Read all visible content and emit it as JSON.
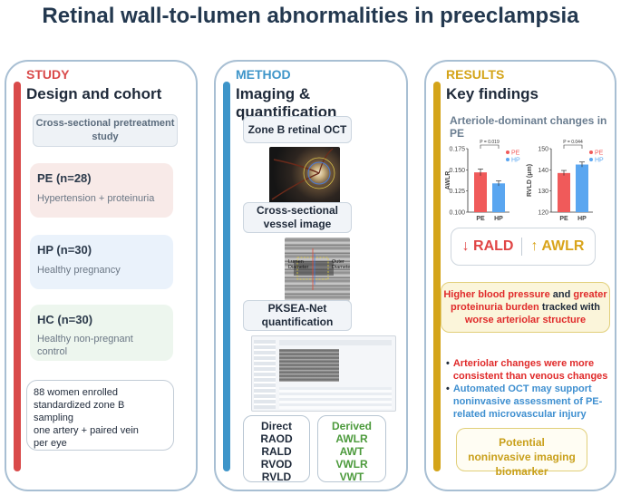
{
  "title": "Retinal wall-to-lumen abnormalities in preeclampsia",
  "colors": {
    "study": "#d94a4a",
    "method": "#3e95c9",
    "results": "#d4a419",
    "pe": "#f05a5a",
    "hp": "#5aa6f0"
  },
  "study": {
    "tag": "STUDY",
    "heading": "Design and cohort",
    "design": "Cross-sectional pretreatment study",
    "groups": [
      {
        "name": "PE (n=28)",
        "desc": "Hypertension + proteinuria"
      },
      {
        "name": "HP (n=30)",
        "desc": "Healthy pregnancy"
      },
      {
        "name": "HC (n=30)",
        "desc": "Healthy non-pregnant control"
      }
    ],
    "enrolment": [
      "88 women enrolled",
      "standardized zone B",
      "sampling",
      "one artery + paired vein",
      "per eye"
    ]
  },
  "method": {
    "tag": "METHOD",
    "heading": "Imaging & quantification",
    "step1": "Zone B retinal OCT",
    "step2": "Cross-sectional vessel image",
    "step3": "PKSEA-Net quantification",
    "oct_labels": {
      "inner": "Lumen Diameter",
      "outer": "Outer Diameter"
    },
    "direct_title": "Direct",
    "direct": [
      "RAOD",
      "RALD",
      "RVOD",
      "RVLD"
    ],
    "derived_title": "Derived",
    "derived": [
      "AWLR",
      "AWT",
      "VWLR",
      "VWT"
    ]
  },
  "results": {
    "tag": "RESULTS",
    "heading": "Key findings",
    "sub": "Arteriole-dominant changes in PE",
    "summary_left": "↓ RALD",
    "summary_right": "↑ AWLR",
    "finding_parts": [
      "Higher blood pressure",
      " and ",
      "greater proteinuria burden",
      " tracked with ",
      "worse arteriolar structure"
    ],
    "bullets": [
      "Arteriolar changes were more consistent than venous changes",
      "Automated OCT may support noninvasive assessment of PE-related microvascular injury"
    ],
    "biomarker": "Potential noninvasive imaging biomarker"
  },
  "chart_data": [
    {
      "type": "bar",
      "ylabel": "AWLR",
      "categories": [
        "PE",
        "HP"
      ],
      "values": [
        0.147,
        0.134
      ],
      "errors": [
        0.004,
        0.003
      ],
      "ylim": [
        0.1,
        0.175
      ],
      "yticks": [
        "0.175",
        "0.150",
        "0.125",
        "0.100"
      ],
      "pvalue": "P = 0.019",
      "legend": [
        "PE",
        "HP"
      ],
      "legend_position": "top-right"
    },
    {
      "type": "bar",
      "ylabel": "RVLD (μm)",
      "categories": [
        "PE",
        "HP"
      ],
      "values": [
        138.5,
        142.5
      ],
      "errors": [
        1.2,
        1.2
      ],
      "ylim": [
        120,
        150
      ],
      "yticks": [
        "150",
        "140",
        "130",
        "120"
      ],
      "pvalue": "P = 0.044",
      "legend": [
        "PE",
        "HP"
      ],
      "legend_position": "top-right"
    }
  ]
}
